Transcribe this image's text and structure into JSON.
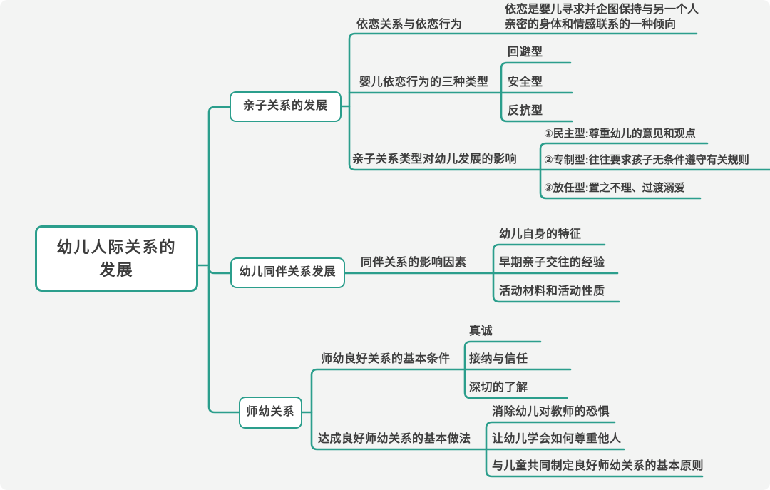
{
  "meta": {
    "accent_color": "#2b9e8c",
    "background_color": "#f3f4f3",
    "text_color": "#3d3d3d",
    "diagram_type": "mindmap"
  },
  "mindmap": {
    "root": {
      "label": "幼儿人际关系的发展"
    },
    "branches": [
      {
        "label": "亲子关系的发展",
        "children": [
          {
            "label": "依恋关系与依恋行为",
            "children": [
              {
                "label": "依恋是婴儿寻求并企图保持与另一个人亲密的身体和情感联系的一种倾向"
              }
            ]
          },
          {
            "label": "婴儿依恋行为的三种类型",
            "children": [
              {
                "label": "回避型"
              },
              {
                "label": "安全型"
              },
              {
                "label": "反抗型"
              }
            ]
          },
          {
            "label": "亲子关系类型对幼儿发展的影响",
            "children": [
              {
                "label": "①民主型:尊重幼儿的意见和观点"
              },
              {
                "label": "②专制型:往往要求孩子无条件遵守有关规则"
              },
              {
                "label": "③放任型:置之不理、过渡溺爱"
              }
            ]
          }
        ]
      },
      {
        "label": "幼儿同伴关系发展",
        "children": [
          {
            "label": "同伴关系的影响因素",
            "children": [
              {
                "label": "幼儿自身的特征"
              },
              {
                "label": "早期亲子交往的经验"
              },
              {
                "label": "活动材料和活动性质"
              }
            ]
          }
        ]
      },
      {
        "label": "师幼关系",
        "children": [
          {
            "label": "师幼良好关系的基本条件",
            "children": [
              {
                "label": "真诚"
              },
              {
                "label": "接纳与信任"
              },
              {
                "label": "深切的了解"
              }
            ]
          },
          {
            "label": "达成良好师幼关系的基本做法",
            "children": [
              {
                "label": "消除幼儿对教师的恐惧"
              },
              {
                "label": "让幼儿学会如何尊重他人"
              },
              {
                "label": "与儿童共同制定良好师幼关系的基本原则"
              }
            ]
          }
        ]
      }
    ]
  }
}
